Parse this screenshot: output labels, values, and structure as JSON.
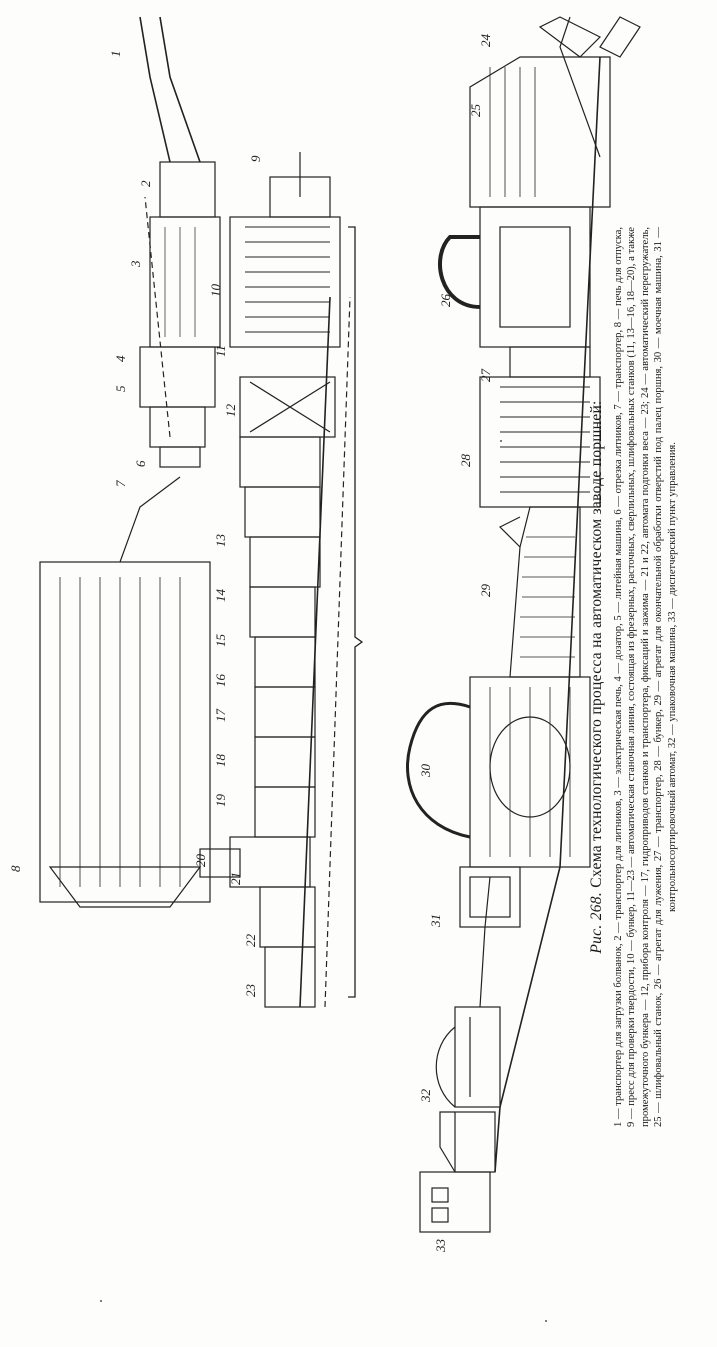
{
  "figure": {
    "caption_number": "Рис. 268.",
    "caption_text": "Схема технологического процесса на автоматическом заводе поршней:",
    "legend": "1 — транспортер для загрузки болванок, 2 — транспортер для литников, 3 — электрическая печь, 4 — дозатор, 5 — литейная машина, 6 — отрезка литников, 7 — транспортер, 8 — печь для отпуска, 9 — пресс для проверки твердости, 10 — бункер, 11—23 — автоматическая станочная линия, состоящая из фрезерных, расточных, сверлильных, шлифовальных станков (11, 13—16, 18—20), а также промежуточного бункера — 12, прибора контроля — 17, гидроприводов станков и транспортера, фиксаций и зажима — 21 и 22, автомата подгонки веса — 23; 24 — автоматический перегружатель, 25 — шлифовальный станок, 26 — агрегат для лужения, 27 — транспортер, 28 — бункер, 29 — агрегат для окончательной обработки отверстий под палец поршня, 30 — моечная машина, 31 — контрольносортировочный автомат, 32 — упаковочная машина, 33 — диспетчерский пункт управления."
  },
  "labels": {
    "top_row": [
      "24",
      "25",
      "26",
      "27",
      "28",
      "29",
      "30",
      "31",
      "32",
      "33"
    ],
    "middle_row": [
      "9",
      "10",
      "11",
      "12",
      "13",
      "14",
      "15",
      "16",
      "17",
      "18",
      "19",
      "20",
      "21",
      "22",
      "23"
    ],
    "bottom_row": [
      "1",
      "2",
      "3",
      "4",
      "5",
      "6",
      "7",
      "8"
    ]
  }
}
